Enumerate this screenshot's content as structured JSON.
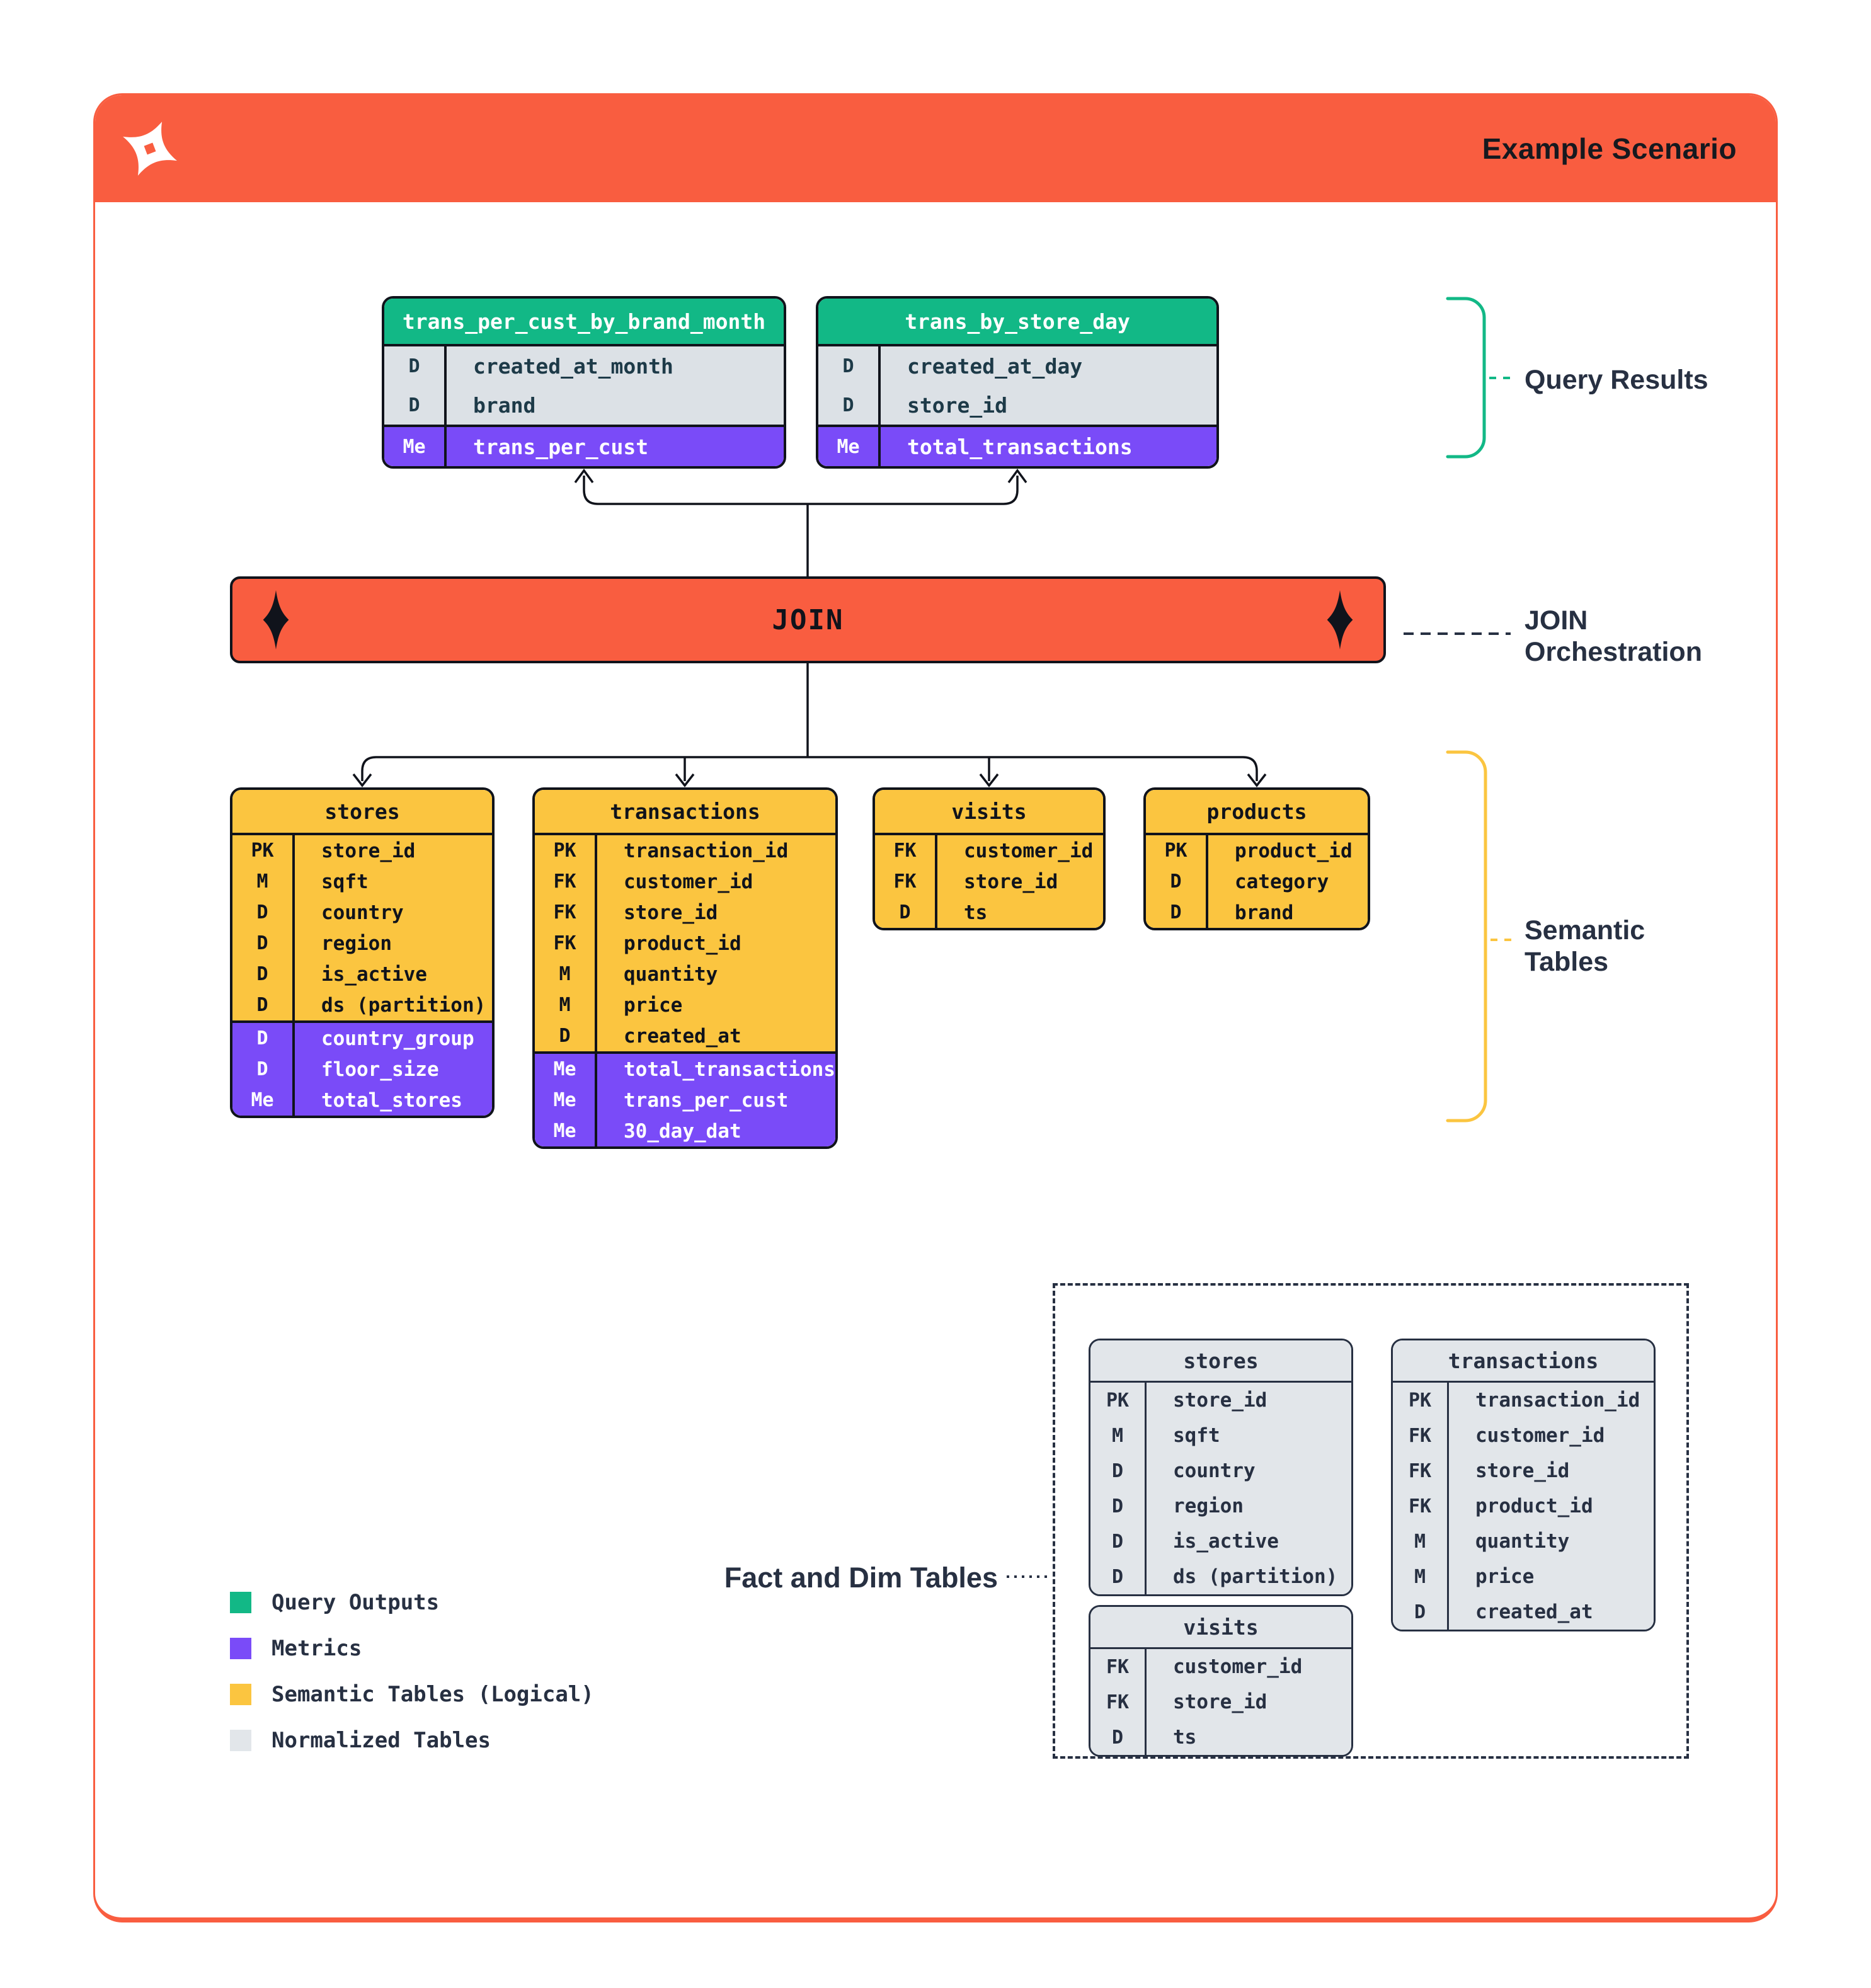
{
  "header": {
    "title": "Example Scenario"
  },
  "join": {
    "label": "JOIN"
  },
  "side_labels": {
    "query_results": "Query Results",
    "join_orchestration": "JOIN Orchestration",
    "semantic_tables": "Semantic Tables",
    "fact_and_dim": "Fact and Dim Tables"
  },
  "query_result_tables": [
    {
      "name": "trans_per_cust_by_brand_month",
      "sections": [
        {
          "style": "gray",
          "rows": [
            [
              "D",
              "created_at_month"
            ],
            [
              "D",
              "brand"
            ]
          ]
        },
        {
          "style": "purple",
          "rows": [
            [
              "Me",
              "trans_per_cust"
            ]
          ]
        }
      ]
    },
    {
      "name": "trans_by_store_day",
      "sections": [
        {
          "style": "gray",
          "rows": [
            [
              "D",
              "created_at_day"
            ],
            [
              "D",
              "store_id"
            ]
          ]
        },
        {
          "style": "purple",
          "rows": [
            [
              "Me",
              "total_transactions"
            ]
          ]
        }
      ]
    }
  ],
  "semantic_tables": [
    {
      "name": "stores",
      "sections": [
        {
          "style": "yellow",
          "rows": [
            [
              "PK",
              "store_id"
            ],
            [
              "M",
              "sqft"
            ],
            [
              "D",
              "country"
            ],
            [
              "D",
              "region"
            ],
            [
              "D",
              "is_active"
            ],
            [
              "D",
              "ds (partition)"
            ]
          ]
        },
        {
          "style": "purple",
          "rows": [
            [
              "D",
              "country_group"
            ],
            [
              "D",
              "floor_size"
            ],
            [
              "Me",
              "total_stores"
            ]
          ]
        }
      ]
    },
    {
      "name": "transactions",
      "sections": [
        {
          "style": "yellow",
          "rows": [
            [
              "PK",
              "transaction_id"
            ],
            [
              "FK",
              "customer_id"
            ],
            [
              "FK",
              "store_id"
            ],
            [
              "FK",
              "product_id"
            ],
            [
              "M",
              "quantity"
            ],
            [
              "M",
              "price"
            ],
            [
              "D",
              "created_at"
            ]
          ]
        },
        {
          "style": "purple",
          "rows": [
            [
              "Me",
              "total_transactions"
            ],
            [
              "Me",
              "trans_per_cust"
            ],
            [
              "Me",
              "30_day_dat"
            ]
          ]
        }
      ]
    },
    {
      "name": "visits",
      "sections": [
        {
          "style": "yellow",
          "rows": [
            [
              "FK",
              "customer_id"
            ],
            [
              "FK",
              "store_id"
            ],
            [
              "D",
              "ts"
            ]
          ]
        }
      ]
    },
    {
      "name": "products",
      "sections": [
        {
          "style": "yellow",
          "rows": [
            [
              "PK",
              "product_id"
            ],
            [
              "D",
              "category"
            ],
            [
              "D",
              "brand"
            ]
          ]
        }
      ]
    }
  ],
  "normalized_tables": [
    {
      "name": "stores",
      "sections": [
        {
          "style": "norm",
          "rows": [
            [
              "PK",
              "store_id"
            ],
            [
              "M",
              "sqft"
            ],
            [
              "D",
              "country"
            ],
            [
              "D",
              "region"
            ],
            [
              "D",
              "is_active"
            ],
            [
              "D",
              "ds (partition)"
            ]
          ]
        }
      ]
    },
    {
      "name": "transactions",
      "sections": [
        {
          "style": "norm",
          "rows": [
            [
              "PK",
              "transaction_id"
            ],
            [
              "FK",
              "customer_id"
            ],
            [
              "FK",
              "store_id"
            ],
            [
              "FK",
              "product_id"
            ],
            [
              "M",
              "quantity"
            ],
            [
              "M",
              "price"
            ],
            [
              "D",
              "created_at"
            ]
          ]
        }
      ]
    },
    {
      "name": "visits",
      "sections": [
        {
          "style": "norm",
          "rows": [
            [
              "FK",
              "customer_id"
            ],
            [
              "FK",
              "store_id"
            ],
            [
              "D",
              "ts"
            ]
          ]
        }
      ]
    }
  ],
  "legend": {
    "items": [
      {
        "label": "Query Outputs",
        "color": "#12B886"
      },
      {
        "label": "Metrics",
        "color": "#7A4BF8"
      },
      {
        "label": "Semantic Tables (Logical)",
        "color": "#FBC540"
      },
      {
        "label": "Normalized Tables",
        "color": "#E2E6EA"
      }
    ]
  },
  "colors": {
    "accent_orange": "#F95D40",
    "query_output_green": "#12B886",
    "metric_purple": "#7A4BF8",
    "semantic_yellow": "#FBC540",
    "normalized_gray": "#E2E6EA",
    "dimension_gray": "#DCE1E6",
    "ink": "#10131B",
    "label_navy": "#273042"
  }
}
